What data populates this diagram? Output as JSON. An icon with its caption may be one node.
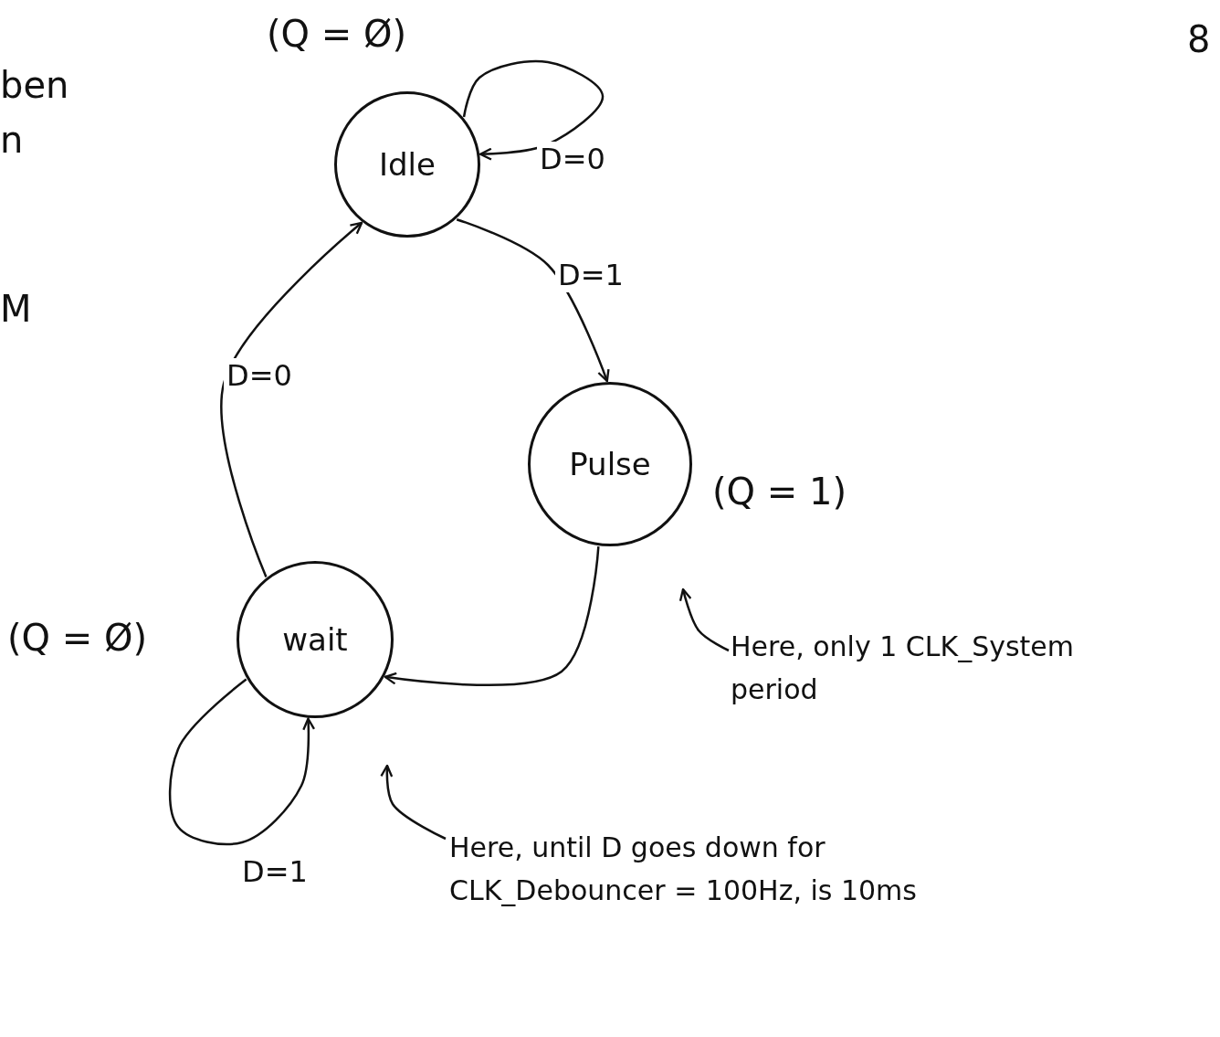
{
  "diagram": {
    "nodes": [
      {
        "text": [
          "Idle"
        ],
        "beside": [
          "(Q = Ø)"
        ]
      },
      {
        "text": [
          "Pulse"
        ],
        "beside": [
          "(Q = 1)"
        ]
      },
      {
        "text": [
          "wait"
        ],
        "beside": [
          "(Q = Ø)"
        ]
      },
      {
        "text": [
          "Here, only 1 CLK_System period"
        ]
      },
      {
        "text": [
          "Here, until D goes down for CLK_Debouncer = 100Hz, is 10ms"
        ]
      }
    ],
    "edges": [
      {
        "from": 0,
        "to": 0,
        "arrow": "to",
        "label": "D=0"
      },
      {
        "from": 0,
        "to": 1,
        "arrow": "to",
        "label": "D=1"
      },
      {
        "from": 1,
        "to": 2,
        "arrow": "to"
      },
      {
        "from": 2,
        "to": 0,
        "arrow": "to",
        "label": "D=0"
      },
      {
        "from": 2,
        "to": 2,
        "arrow": "to",
        "label": "D=1"
      },
      {
        "from": 3,
        "to": null,
        "arrow": "to"
      },
      {
        "from": 4,
        "to": null,
        "arrow": "to"
      }
    ],
    "labels": [
      "ben",
      "n",
      "M",
      "8"
    ]
  }
}
